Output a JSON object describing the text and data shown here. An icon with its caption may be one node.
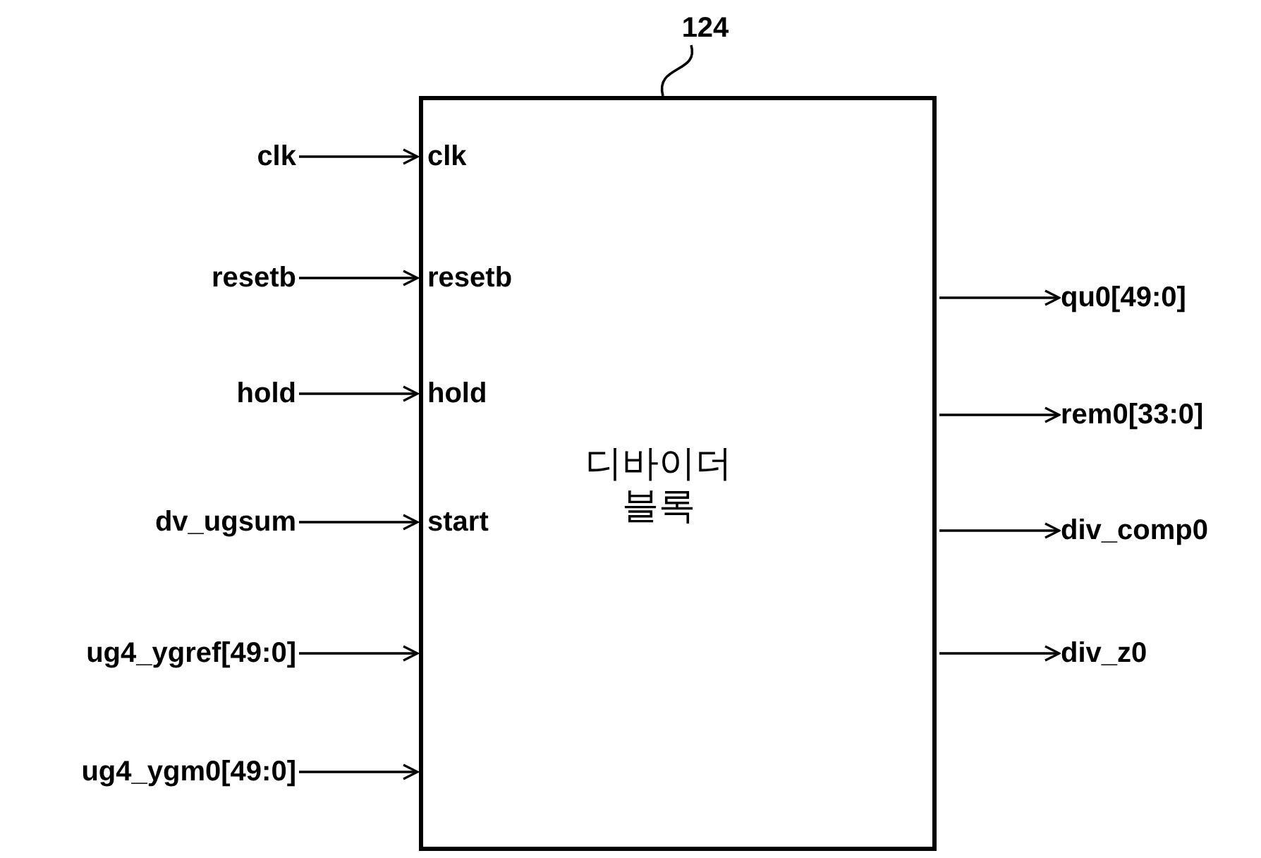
{
  "diagram": {
    "nodes": [
      {
        "text": [
          "디바이더 블록"
        ]
      },
      {
        "text": [
          "124"
        ]
      },
      {
        "text": [
          "clk"
        ]
      },
      {
        "text": [
          "resetb"
        ]
      },
      {
        "text": [
          "hold"
        ]
      },
      {
        "text": [
          "dv_ugsum"
        ]
      },
      {
        "text": [
          "ug4_ygref[49:0]"
        ]
      },
      {
        "text": [
          "ug4_ygm0[49:0]"
        ]
      },
      {
        "text": [
          "qu0[49:0]"
        ]
      },
      {
        "text": [
          "rem0[33:0]"
        ]
      },
      {
        "text": [
          "div_comp0"
        ]
      },
      {
        "text": [
          "div_z0"
        ]
      }
    ],
    "edges": [
      {
        "from": 1,
        "to": 0,
        "arrow": "none"
      },
      {
        "from": 2,
        "to": 0,
        "arrow": "to"
      },
      {
        "from": 3,
        "to": 0,
        "arrow": "to"
      },
      {
        "from": 4,
        "to": 0,
        "arrow": "to"
      },
      {
        "from": 5,
        "to": 0,
        "arrow": "to"
      },
      {
        "from": 6,
        "to": 0,
        "arrow": "to"
      },
      {
        "from": 7,
        "to": 0,
        "arrow": "to"
      },
      {
        "from": 0,
        "to": 8,
        "arrow": "to"
      },
      {
        "from": 0,
        "to": 9,
        "arrow": "to"
      },
      {
        "from": 0,
        "to": 10,
        "arrow": "to"
      },
      {
        "from": 0,
        "to": 11,
        "arrow": "to"
      }
    ],
    "labels": [
      "clk",
      "resetb",
      "hold",
      "start"
    ]
  }
}
